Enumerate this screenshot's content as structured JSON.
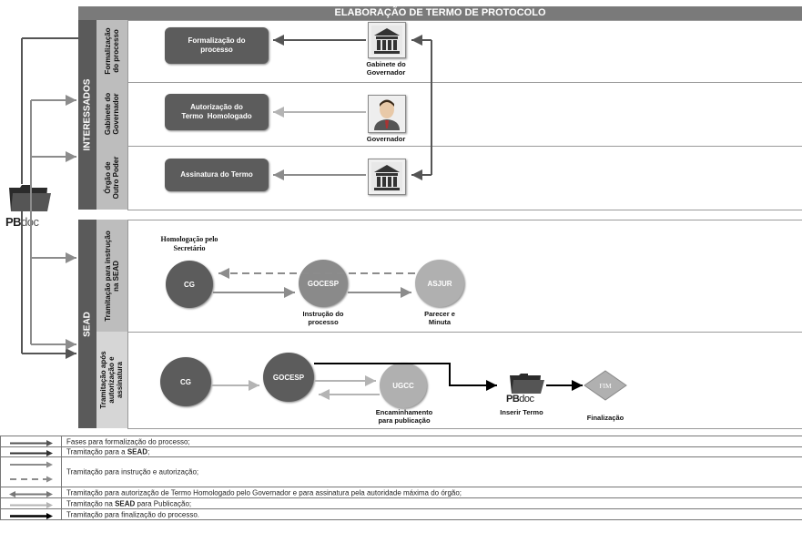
{
  "title": "ELABORAÇÃO DE TERMO DE PROTOCOLO",
  "bands": {
    "interessados": "INTERESSADOS",
    "sead": "SEAD"
  },
  "lanes": {
    "formalizacao": "Formalização\ndo processo",
    "gabinete": "Gabinete do\nGovernador",
    "orgao": "Órgão de\nOutro Poder",
    "instrucao": "Tramitação para instrução\nna SEAD",
    "autorizacao": "Tramitação após\nautorização e\nassinatura"
  },
  "boxes": {
    "formalizacao": "Formalização do\nprocesso",
    "autorizacao": "Autorização do\nTermo  Homologado",
    "assinatura": "Assinatura do Termo"
  },
  "actors": {
    "gabinete": "Gabinete do\nGovernador",
    "governador": "Governador"
  },
  "nodes": {
    "cg1": "CG",
    "gocesp1": "GOCESP",
    "asjur": "ASJUR",
    "cg2": "CG",
    "gocesp2": "GOCESP",
    "ugcc": "UGCC",
    "fim": "FIM"
  },
  "captions": {
    "homologacao": "Homologação pelo\nSecretário",
    "instrucao": "Instrução do\nprocesso",
    "parecer": "Parecer e\nMinuta",
    "encaminhamento": "Encaminhamento\npara publicação",
    "inserir": "Inserir Termo",
    "finalizacao": "Finalização"
  },
  "pbdoc": {
    "bold": "PB",
    "light": "doc"
  },
  "legend": [
    {
      "pre": "Fases para formalização do processo;",
      "bold": "",
      "post": ""
    },
    {
      "pre": "Tramitação para a ",
      "bold": "SEAD",
      "post": ";"
    },
    {
      "pre": "Tramitação para instrução e autorização;",
      "bold": "",
      "post": ""
    },
    {
      "pre": "Tramitação para autorização de Termo Homologado pelo Governador e para assinatura pela autoridade máxima do órgão;",
      "bold": "",
      "post": ""
    },
    {
      "pre": "Tramitação na ",
      "bold": "SEAD",
      "post": " para Publicação;"
    },
    {
      "pre": "Tramitação para finalização do processo.",
      "bold": "",
      "post": ""
    }
  ],
  "colors": {
    "dark_arrow": "#555555",
    "mid_arrow": "#8c8c8c",
    "light_arrow": "#b4b4b4",
    "black_arrow": "#000000",
    "circle_dark": "#5c5c5c",
    "circle_mid": "#8a8a8a",
    "circle_light": "#b0b0b0"
  }
}
